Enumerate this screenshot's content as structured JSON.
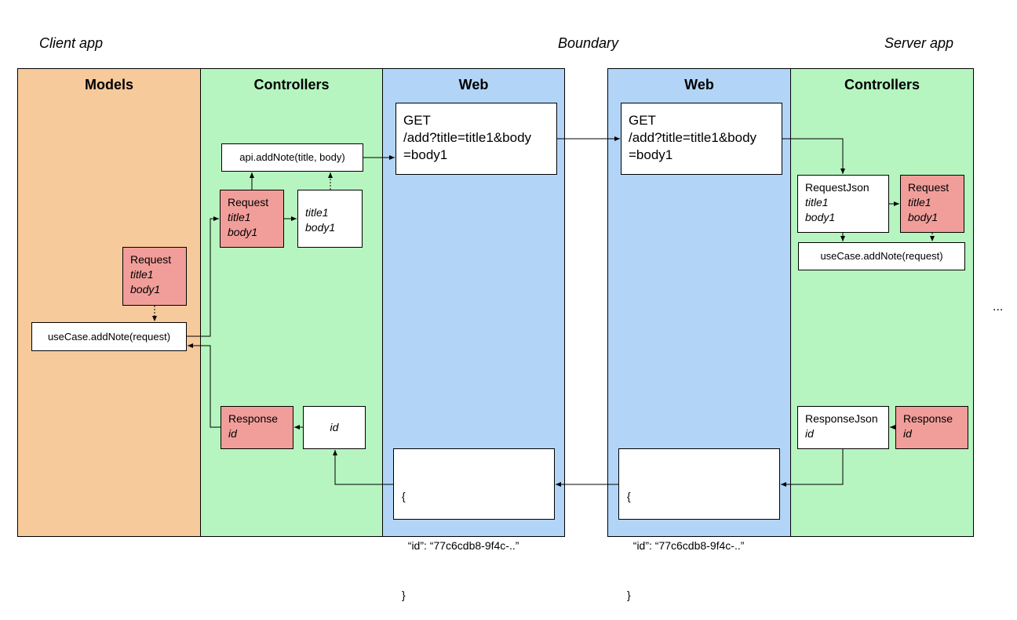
{
  "labels": {
    "client": "Client app",
    "boundary": "Boundary",
    "server": "Server app",
    "ellipsis": "..."
  },
  "columns": {
    "models": "Models",
    "client_controllers": "Controllers",
    "client_web": "Web",
    "server_web": "Web",
    "server_controllers": "Controllers"
  },
  "client": {
    "model_request": {
      "title": "Request",
      "f1": "title1",
      "f2": "body1"
    },
    "usecase_call": "useCase.addNote(request)",
    "api_call": "api.addNote(title, body)",
    "ctrl_request": {
      "title": "Request",
      "f1": "title1",
      "f2": "body1"
    },
    "ctrl_params": {
      "f1": "title1",
      "f2": "body1"
    },
    "ctrl_response": {
      "title": "Response",
      "f1": "id"
    },
    "ctrl_id": "id",
    "web_get": {
      "l1": "GET",
      "l2": "/add?title=title1&body",
      "l3": "=body1"
    },
    "web_json": {
      "l1": "{",
      "l2": "  “id”: “77c6cdb8-9f4c-..”",
      "l3": "}"
    }
  },
  "server": {
    "web_get": {
      "l1": "GET",
      "l2": "/add?title=title1&body",
      "l3": "=body1"
    },
    "web_json": {
      "l1": "{",
      "l2": "  “id”: “77c6cdb8-9f4c-..”",
      "l3": "}"
    },
    "request_json": {
      "title": "RequestJson",
      "f1": "title1",
      "f2": "body1"
    },
    "request": {
      "title": "Request",
      "f1": "title1",
      "f2": "body1"
    },
    "usecase_call": "useCase.addNote(request)",
    "response_json": {
      "title": "ResponseJson",
      "f1": "id"
    },
    "response": {
      "title": "Response",
      "f1": "id"
    }
  },
  "colors": {
    "models": "#f7ca9c",
    "controllers": "#b6f5bf",
    "web": "#b2d5f7",
    "request": "#f19e9a"
  }
}
